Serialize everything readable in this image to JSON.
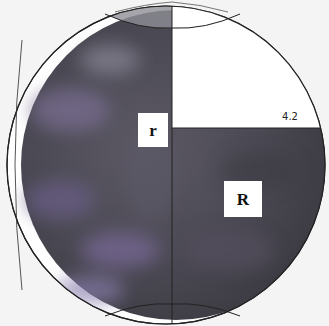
{
  "diagram": {
    "labels": [
      "r",
      "4.2",
      "R"
    ]
  }
}
